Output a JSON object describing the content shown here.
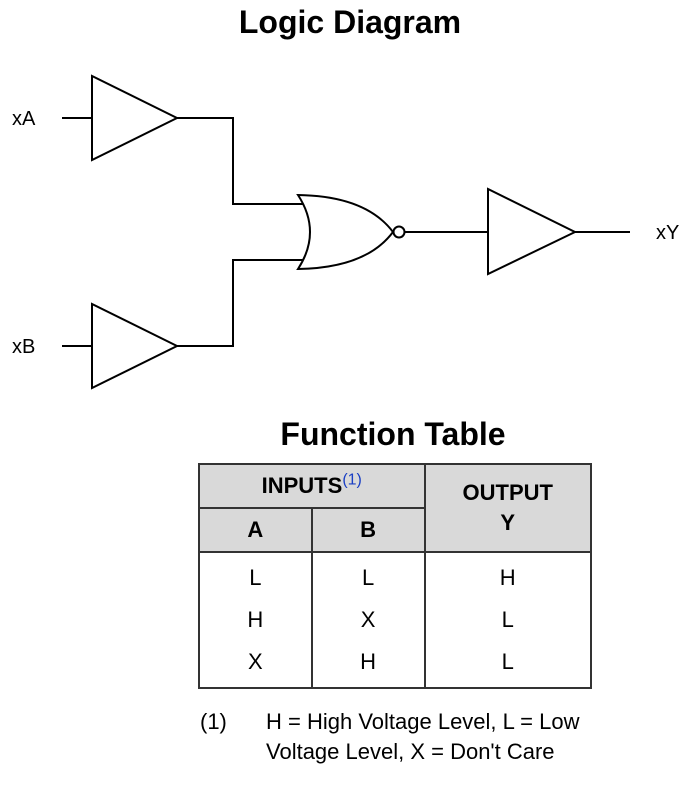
{
  "diagram": {
    "title": "Logic Diagram",
    "inputs": [
      "xA",
      "xB"
    ],
    "output": "xY"
  },
  "function_table": {
    "title": "Function Table",
    "inputs_header": "INPUTS",
    "footnote_ref": "(1)",
    "output_header_line1": "OUTPUT",
    "output_header_line2": "Y",
    "col_a": "A",
    "col_b": "B",
    "rows": [
      {
        "a": "L",
        "b": "L",
        "y": "H"
      },
      {
        "a": "H",
        "b": "X",
        "y": "L"
      },
      {
        "a": "X",
        "b": "H",
        "y": "L"
      }
    ]
  },
  "footnote": {
    "marker": "(1)",
    "text": "H = High Voltage Level, L = Low Voltage Level, X = Don't Care"
  }
}
